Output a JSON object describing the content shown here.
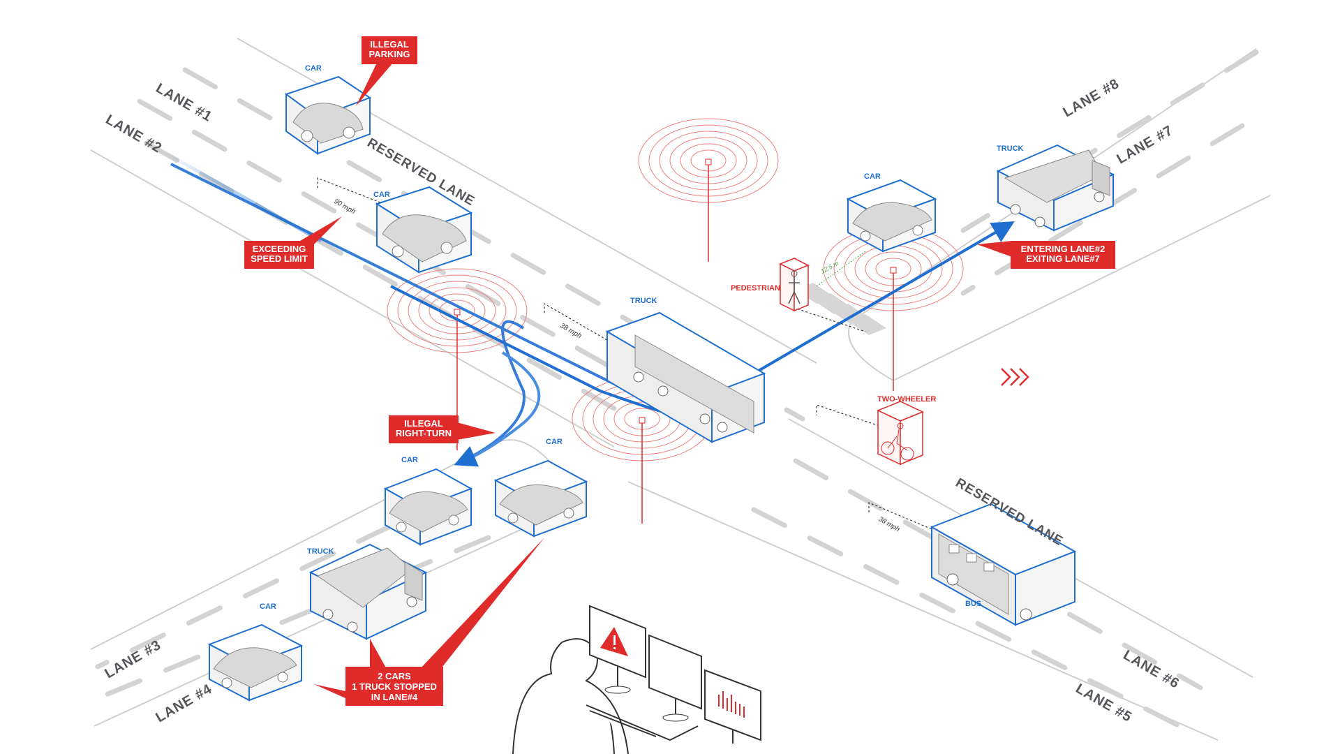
{
  "lanes": {
    "lane1": "LANE #1",
    "lane2": "LANE #2",
    "lane3": "LANE #3",
    "lane4": "LANE #4",
    "lane5": "LANE #5",
    "lane6": "LANE #6",
    "lane7": "LANE #7",
    "lane8": "LANE #8"
  },
  "reserved": {
    "north": "RESERVED LANE",
    "south": "RESERVED LANE"
  },
  "vehicles": {
    "car_parking": "CAR",
    "car_speeding": "CAR",
    "car_stopped_1": "CAR",
    "car_stopped_2": "CAR",
    "truck_stopped": "TRUCK",
    "car_bottom": "CAR",
    "truck_center": "TRUCK",
    "car_right": "CAR",
    "truck_right": "TRUCK",
    "bus": "BUS",
    "pedestrian": "PEDESTRIAN",
    "two_wheeler": "TWO-WHEELER"
  },
  "speeds": {
    "car_speeding": "90 mph",
    "truck_center": "38 mph",
    "bus": "38 mph",
    "pedestrian_distance": "12.5 m"
  },
  "callouts": {
    "illegal_parking": [
      "ILLEGAL",
      "PARKING"
    ],
    "exceeding_speed": [
      "EXCEEDING",
      "SPEED LIMIT"
    ],
    "illegal_turn": [
      "ILLEGAL",
      "RIGHT-TURN"
    ],
    "lane_change": [
      "ENTERING LANE#2",
      "EXITING LANE#7"
    ],
    "stopped": [
      "2 CARS",
      "1 TRUCK STOPPED",
      "IN LANE#4"
    ]
  },
  "colors": {
    "accent_blue": "#1f6fd1",
    "alert_red": "#e02b2b",
    "road_line": "#d3d3d3"
  },
  "icons": {
    "monitor_alert": "warning-icon",
    "monitor_chart": "bar-chart-icon",
    "direction": "chevrons-right-icon"
  }
}
